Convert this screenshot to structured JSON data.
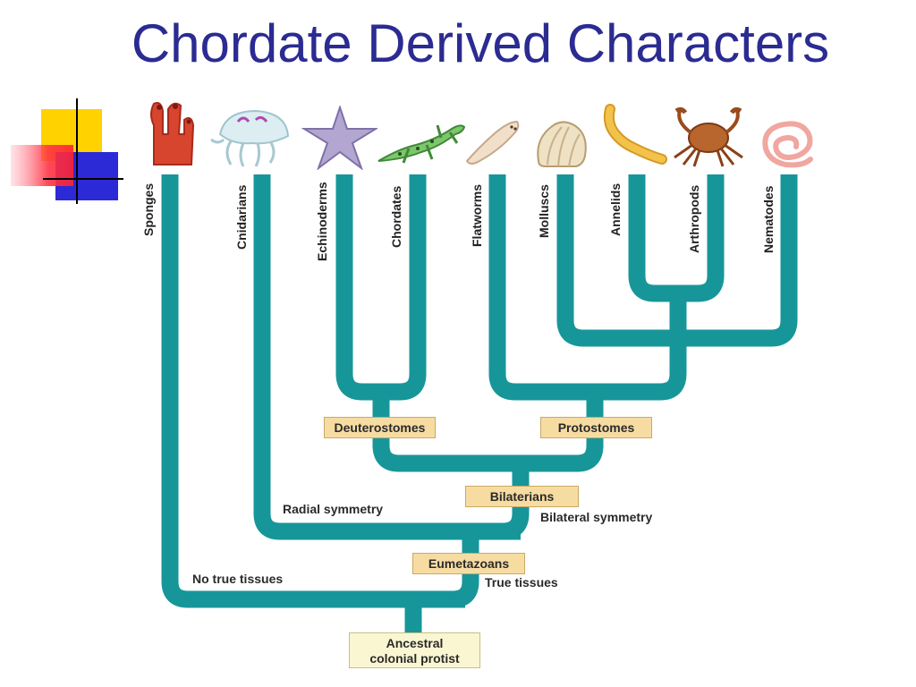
{
  "title": "Chordate Derived Characters",
  "taxa": [
    "Sponges",
    "Cnidarians",
    "Echinoderms",
    "Chordates",
    "Flatworms",
    "Molluscs",
    "Annelids",
    "Arthropods",
    "Nematodes"
  ],
  "clades": {
    "deuterostomes": "Deuterostomes",
    "protostomes": "Protostomes",
    "bilaterians": "Bilaterians",
    "eumetazoans": "Eumetazoans",
    "root_line1": "Ancestral",
    "root_line2": "colonial protist"
  },
  "characters": {
    "radial": "Radial symmetry",
    "bilateral": "Bilateral symmetry",
    "no_tissues": "No true tissues",
    "true_tissues": "True tissues"
  },
  "colors": {
    "branch": "#17969a",
    "title": "#2b2b92",
    "clade_fill": "#f7dca2",
    "root_fill": "#fbf6d2"
  },
  "icons": [
    "sponge-icon",
    "jellyfish-icon",
    "starfish-icon",
    "salamander-icon",
    "flatworm-icon",
    "mollusc-shell-icon",
    "annelid-worm-icon",
    "crab-icon",
    "nematode-icon"
  ]
}
